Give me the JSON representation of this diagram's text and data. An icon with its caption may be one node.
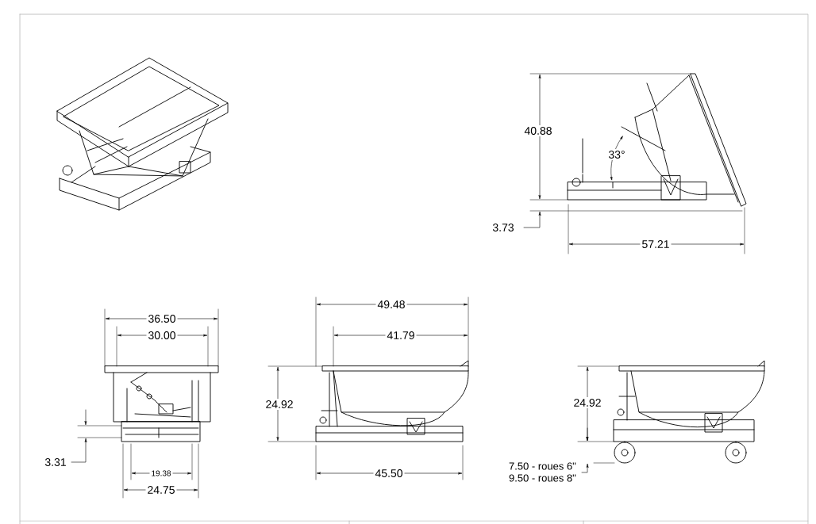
{
  "diagram": {
    "labels": [
      "40.88",
      "33°",
      "3.73",
      "57.21",
      "36.50",
      "49.48",
      "30.00",
      "41.79",
      "24.92",
      "24.92",
      "3.31",
      "19.38",
      "45.50",
      "7.50 - roues 6\"",
      "9.50 - roues 8\"",
      "24.75"
    ]
  }
}
